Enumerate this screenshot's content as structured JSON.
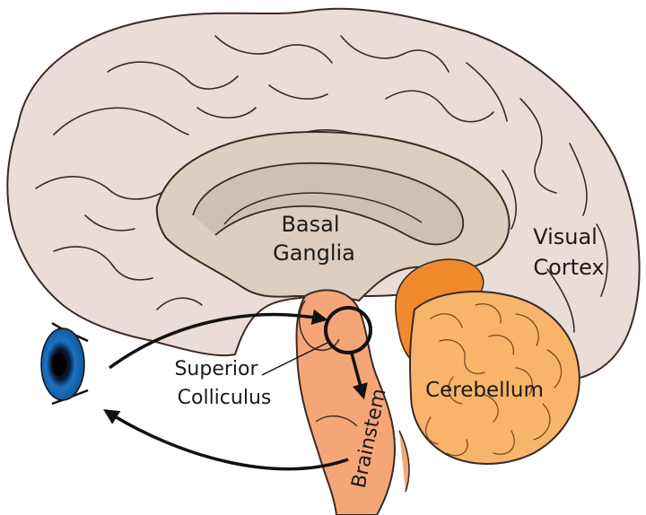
{
  "labels": {
    "basal_ganglia_1": "Basal",
    "basal_ganglia_2": "Ganglia",
    "visual_cortex_1": "Visual",
    "visual_cortex_2": "Cortex",
    "superior_colliculus_1": "Superior",
    "superior_colliculus_2": "Colliculus",
    "cerebellum": "Cerebellum",
    "brainstem": "Brainstem"
  },
  "colors": {
    "cortex": "#eadcd6",
    "inner": "#dccfc1",
    "outline": "#3a2a24",
    "brainstem": "#f5a678",
    "cerebellum": "#f8b46a",
    "visual_cortex_patch": "#f08a2c",
    "eye": "#1a72c4",
    "arrow": "#111111"
  }
}
